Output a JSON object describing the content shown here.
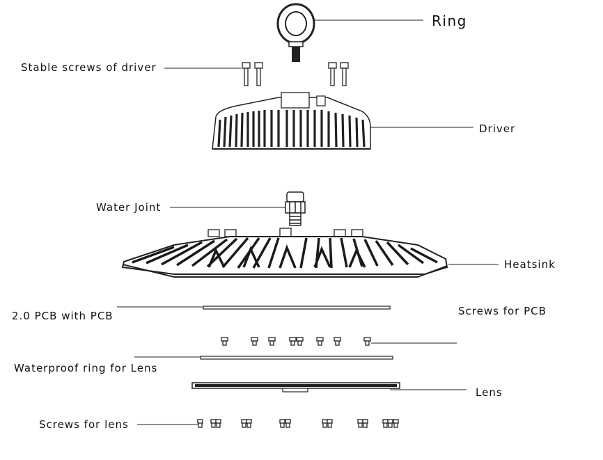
{
  "labels": {
    "ring": "Ring",
    "stable_screws": "Stable screws of driver",
    "driver": "Driver",
    "water_joint": "Water Joint",
    "heatsink": "Heatsink",
    "pcb": "2.0 PCB with PCB",
    "screws_pcb": "Screws for PCB",
    "waterproof_ring": "Waterproof ring for Lens",
    "lens": "Lens",
    "screws_lens": "Screws for lens"
  },
  "colors": {
    "line": "#222222",
    "fill_light": "#f2f2f2",
    "fill_dark": "#1a1a1a"
  }
}
